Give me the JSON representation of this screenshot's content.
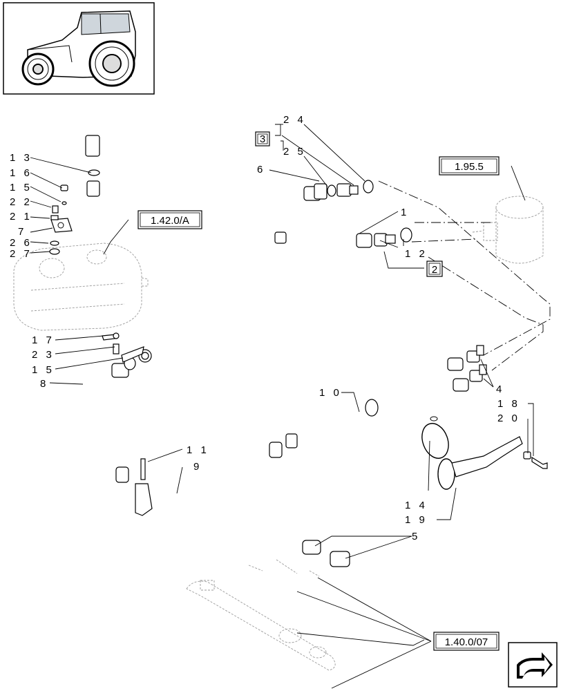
{
  "reference_boxes": {
    "ref_195": "1.95.5",
    "ref_142": "1.42.0/A",
    "ref_140": "1.40.0/07",
    "box_3": "3",
    "box_2": "2"
  },
  "callouts": {
    "c13": "1 3",
    "c16": "1 6",
    "c15a": "1 5",
    "c22": "2 2",
    "c21": "2 1",
    "c7": "7",
    "c26": "2 6",
    "c27": "2 7",
    "c24": "2 4",
    "c25": "2 5",
    "c6": "6",
    "c1": "1",
    "c12": "1 2",
    "c17": "1 7",
    "c23": "2 3",
    "c15b": "1 5",
    "c8": "8",
    "c10": "1 0",
    "c11": "1 1",
    "c9": "9",
    "c4": "4",
    "c18": "1 8",
    "c20": "2 0",
    "c14": "1 4",
    "c19": "1 9",
    "c5": "5"
  },
  "icons": {
    "thumbnail": "tractor-icon",
    "nav": "next-page-arrow-icon"
  }
}
